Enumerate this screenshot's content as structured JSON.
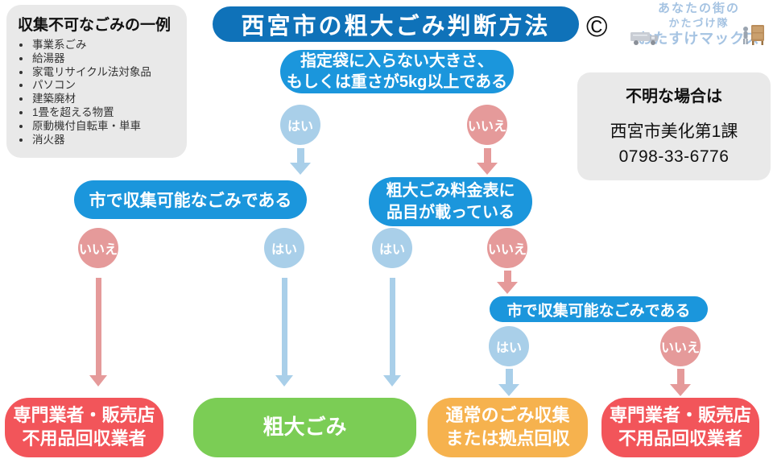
{
  "colors": {
    "title_blue": "#0f72b9",
    "node_blue": "#1b96dc",
    "yes_blue": "#a9cfe9",
    "no_pink": "#e59a9a",
    "result_green": "#7bcd55",
    "result_orange": "#f6b24e",
    "result_red": "#f2555a",
    "panel_gray": "#e9e9e9",
    "logo_blue": "#a5c3e2"
  },
  "exclusion_list": {
    "title": "収集不可なごみの一例",
    "items": [
      "事業系ごみ",
      "給湯器",
      "家電リサイクル法対象品",
      "パソコン",
      "建築廃材",
      "1畳を超える物置",
      "原動機付自転車・単車",
      "消火器"
    ]
  },
  "header": {
    "title": "西宮市の粗大ごみ判断方法"
  },
  "branding": {
    "copyright": "©",
    "tagline_top": "あなたの街の",
    "tagline_mid": "かたづけ隊",
    "name": "おたすけマックス"
  },
  "contact": {
    "title": "不明な場合は",
    "department": "西宮市美化第1課",
    "phone": "0798-33-6776"
  },
  "flow": {
    "labels": {
      "yes": "はい",
      "no": "いいえ"
    },
    "q1": {
      "line1": "指定袋に入らない大きさ、",
      "line2": "もしくは重さが5kg以上である"
    },
    "q2_city": "市で収集可能なごみである",
    "q2_fee": {
      "line1": "粗大ごみ料金表に",
      "line2": "品目が載っている"
    },
    "q3_city": "市で収集可能なごみである",
    "result_specialist": {
      "line1": "専門業者・販売店",
      "line2": "不用品回収業者"
    },
    "result_bulky": "粗大ごみ",
    "result_normal": {
      "line1": "通常のごみ収集",
      "line2": "または拠点回収"
    }
  }
}
